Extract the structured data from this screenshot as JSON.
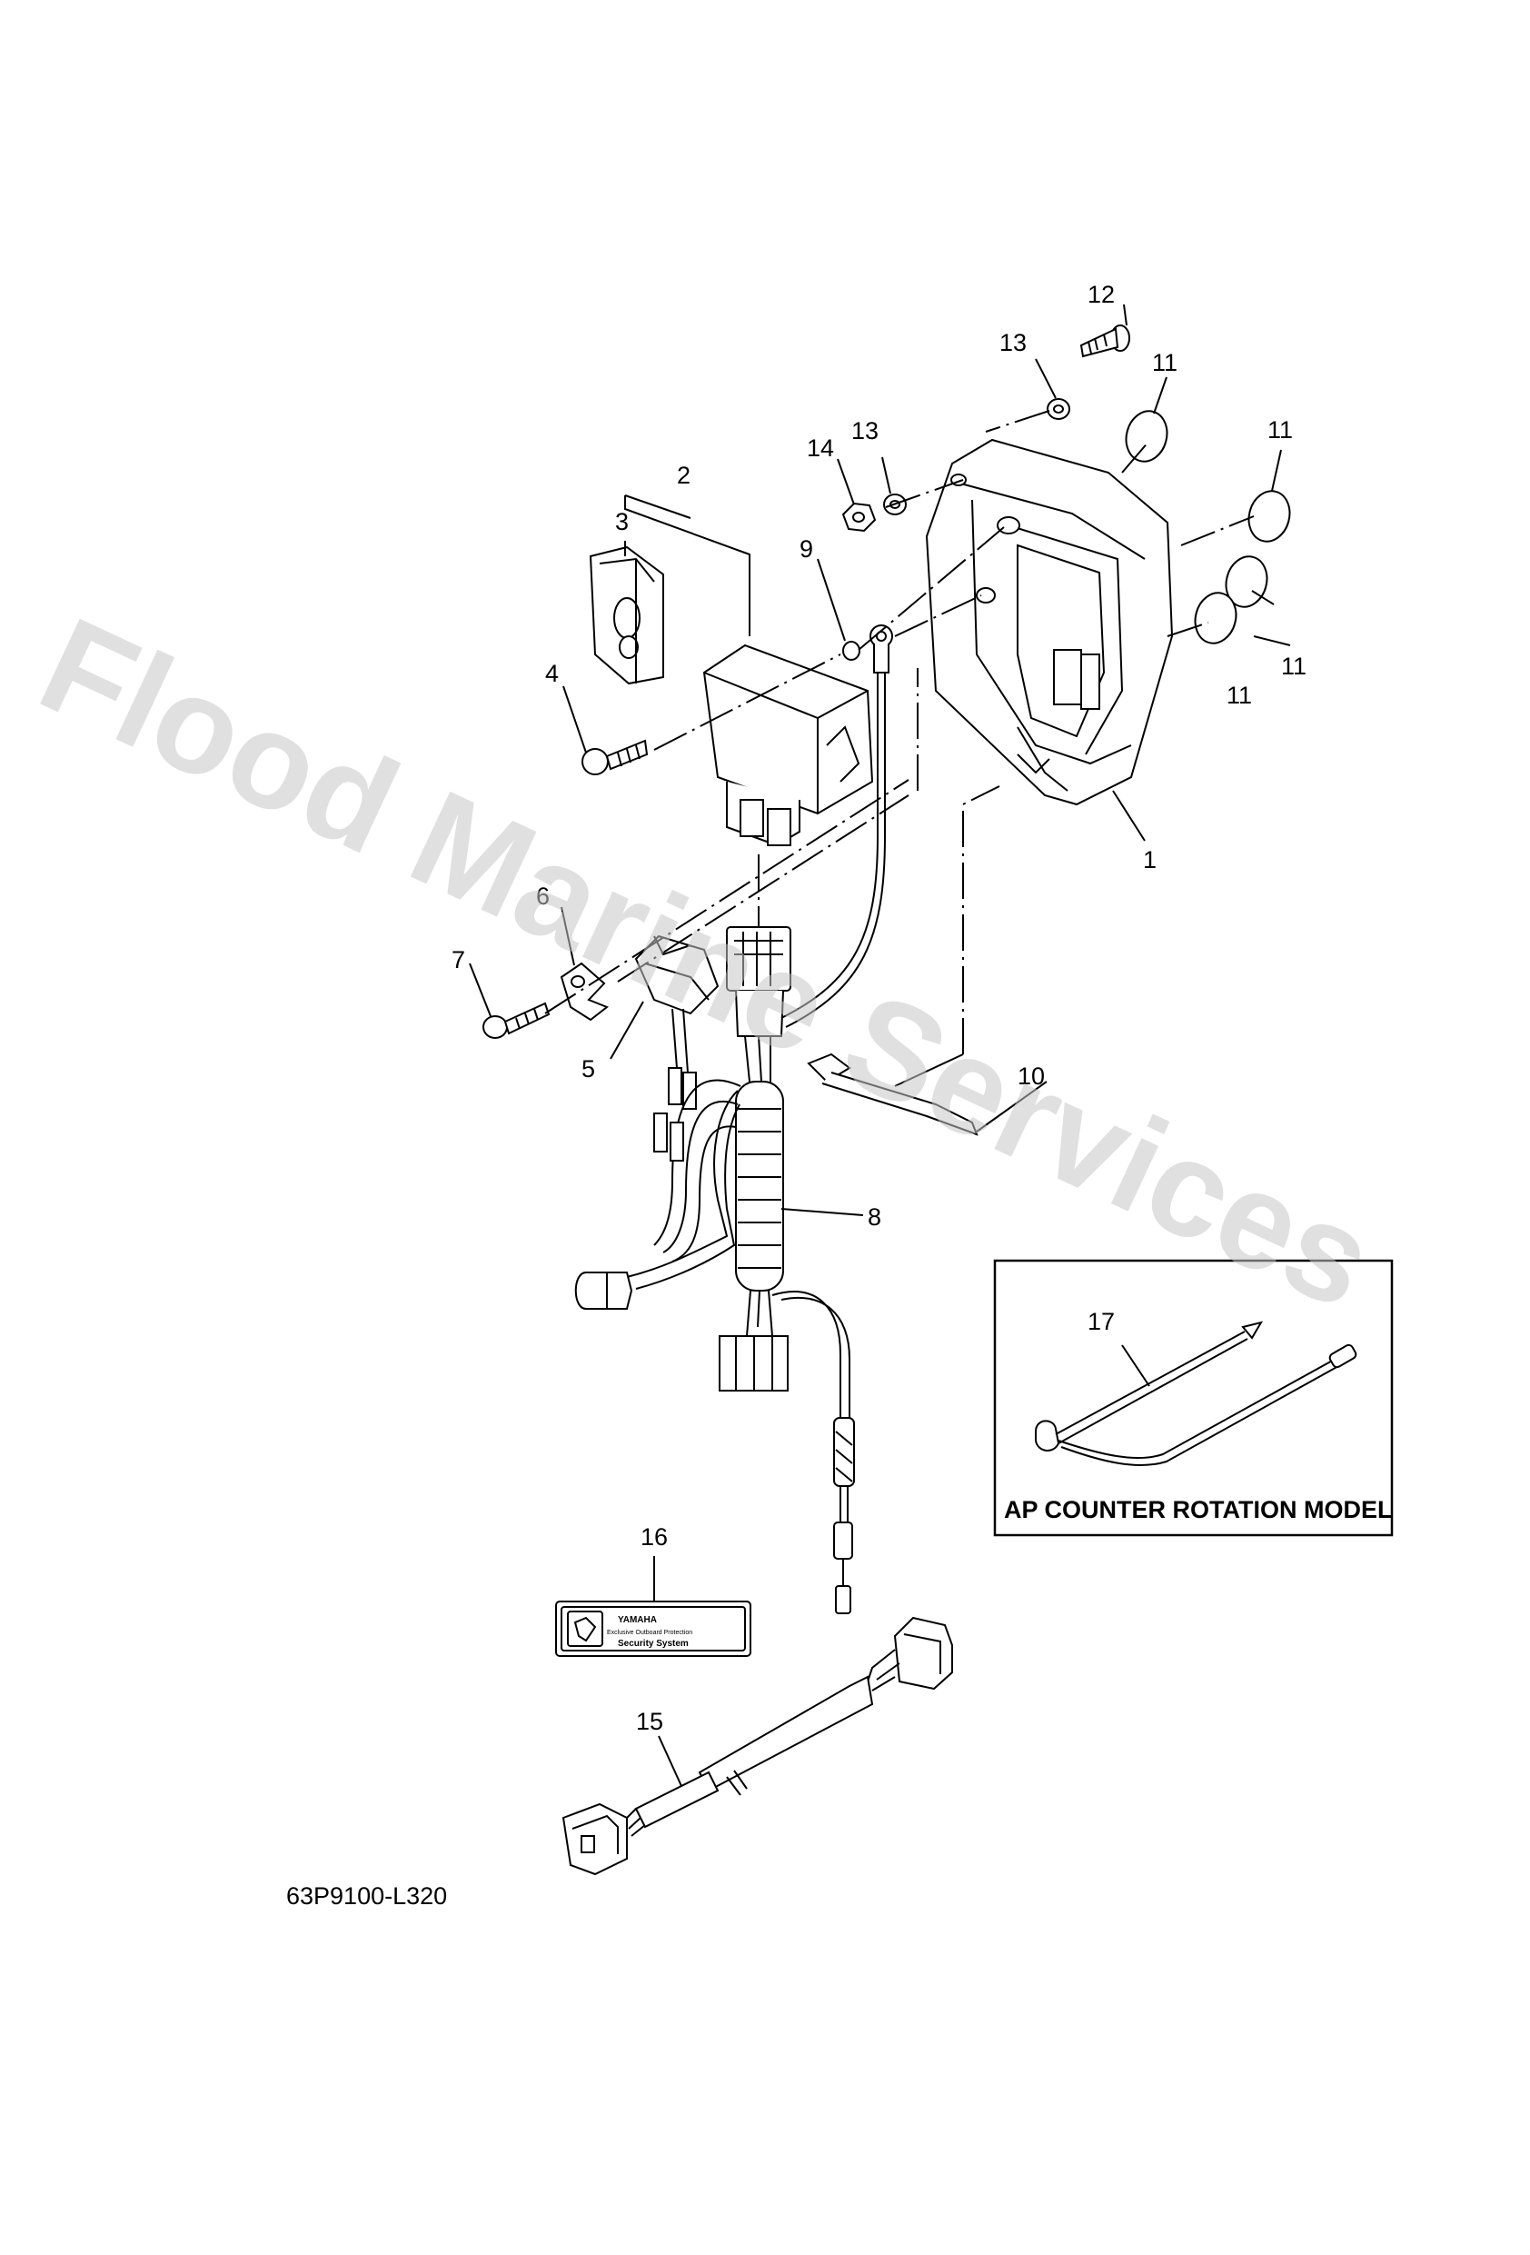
{
  "diagram": {
    "part_labels": {
      "p1": "1",
      "p2": "2",
      "p3": "3",
      "p4": "4",
      "p5": "5",
      "p6": "6",
      "p7": "7",
      "p8": "8",
      "p9": "9",
      "p10": "10",
      "p11a": "11",
      "p11b": "11",
      "p11c": "11",
      "p11d": "11",
      "p12": "12",
      "p13a": "13",
      "p13b": "13",
      "p14": "14",
      "p15": "15",
      "p16": "16",
      "p17": "17"
    },
    "inset_caption": "AP COUNTER ROTATION MODEL",
    "diagram_code": "63P9100-L320",
    "decal": {
      "brand": "YAMAHA",
      "line1": "Exclusive Outboard Protection",
      "line2": "Security System"
    },
    "watermark": "Flood Marine Services"
  }
}
